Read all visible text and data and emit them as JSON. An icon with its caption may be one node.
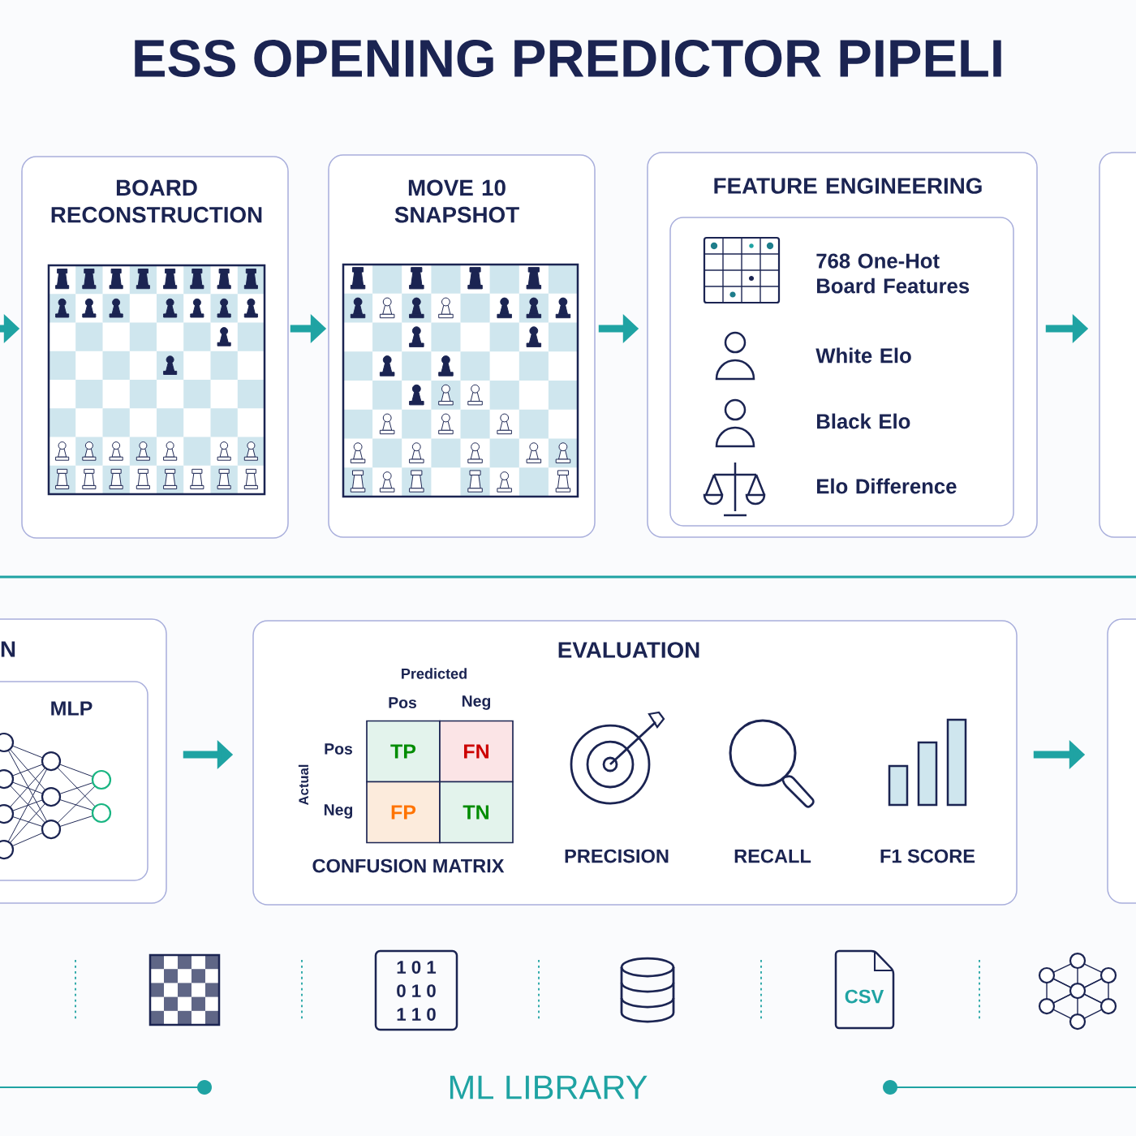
{
  "diagram": {
    "title": "ESS OPENING PREDICTOR PIPELI",
    "nodes": [
      {
        "text": [
          "BOARD RECONSTRUCTION"
        ]
      },
      {
        "text": [
          "MOVE 10 SNAPSHOT"
        ]
      },
      {
        "text": [
          "FEATURE ENGINEERING"
        ]
      },
      {
        "text": [
          "768 One-Hot Board Features",
          "White Elo",
          "Black Elo",
          "Elo Difference"
        ],
        "in": 2
      },
      {
        "text": [],
        "shape": "box"
      },
      {
        "text": [
          "N"
        ]
      },
      {
        "text": [
          "MLP"
        ],
        "in": 5
      },
      {
        "text": [
          "EVALUATION"
        ]
      },
      {
        "text": [],
        "shape": "box"
      }
    ],
    "edges": [
      {
        "from": null,
        "to": 0,
        "arrow": "to"
      },
      {
        "from": 0,
        "to": 1,
        "arrow": "to"
      },
      {
        "from": 1,
        "to": 2,
        "arrow": "to"
      },
      {
        "from": 2,
        "to": 4,
        "arrow": "to"
      },
      {
        "from": 5,
        "to": 7,
        "arrow": "to"
      },
      {
        "from": 7,
        "to": 8,
        "arrow": "to"
      }
    ],
    "labels": [
      "Predicted",
      "Pos",
      "Neg",
      "Pos",
      "Neg",
      "Actual",
      "TP",
      "FN",
      "FP",
      "TN",
      "CONFUSION MATRIX",
      "PRECISION",
      "RECALL",
      "F1 SCORE",
      "1 0 1",
      "0 1 0",
      "1 1 0",
      "CSV",
      "ML LIBRARY"
    ]
  }
}
